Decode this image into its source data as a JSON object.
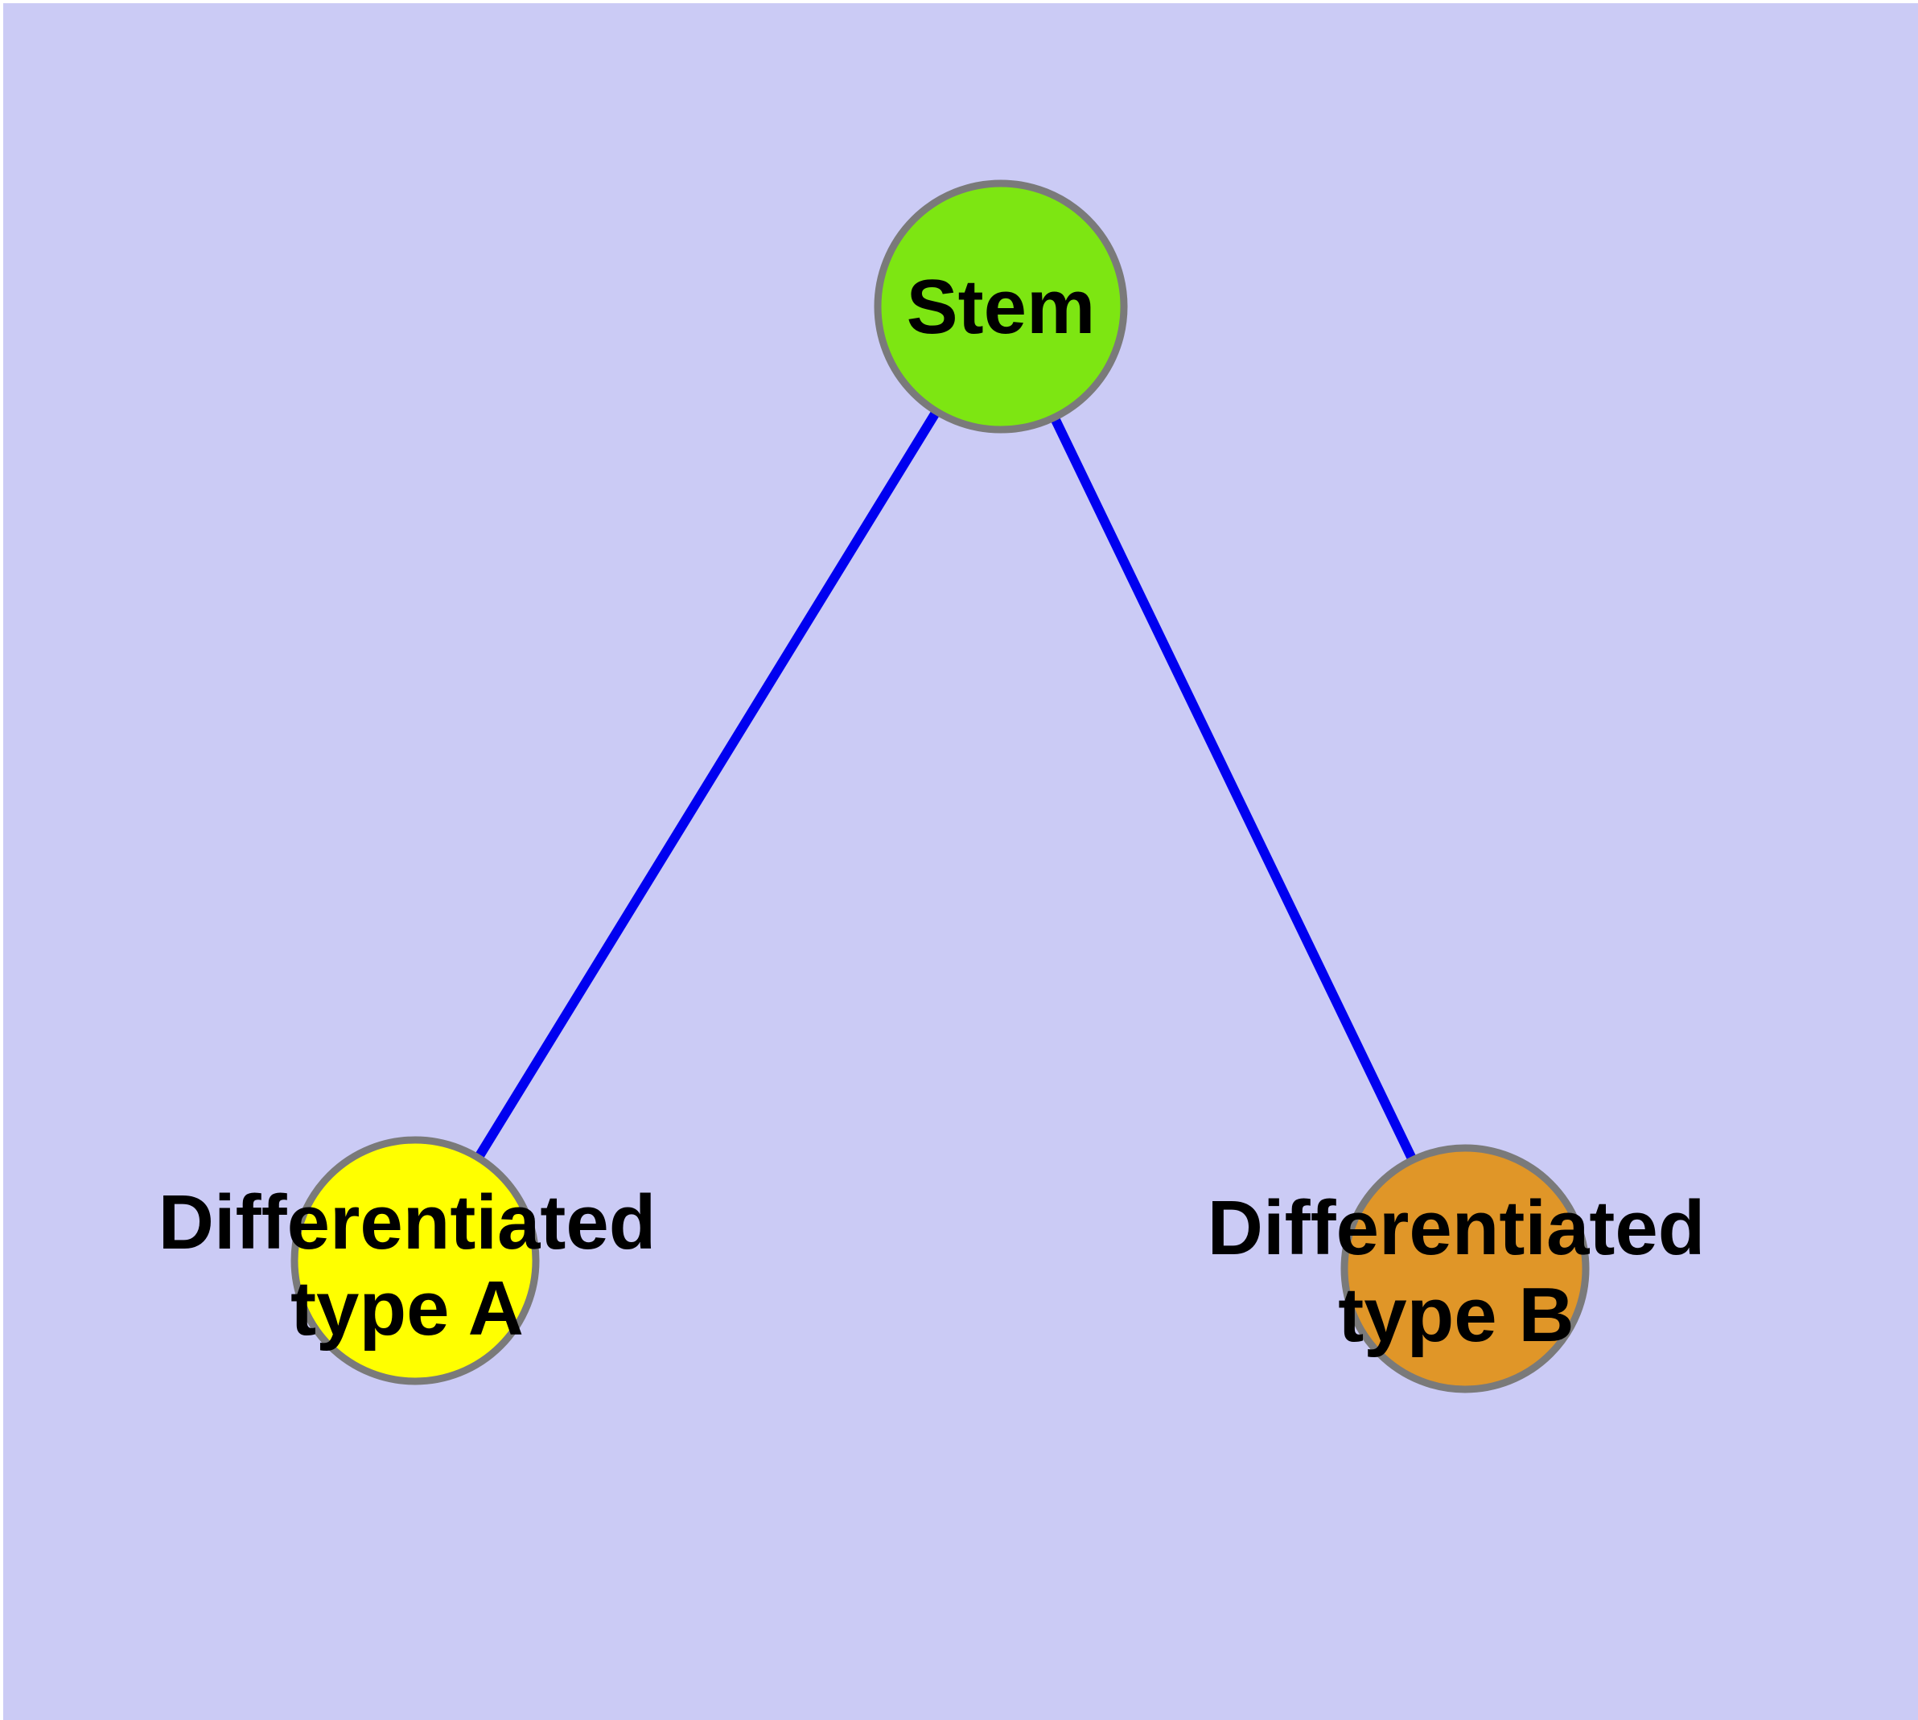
{
  "diagram": {
    "type": "node-link-graph",
    "description": "Stem cell differentiation diagram: one Stem node linked to two differentiated cell-type nodes",
    "colors": {
      "background": "#cbcbf5",
      "edge": "#0000f0",
      "node_border": "#7a7a7a",
      "label_text": "#000000",
      "stem_fill": "#7de612",
      "type_a_fill": "#ffff00",
      "type_b_fill": "#e09628"
    },
    "nodes": [
      {
        "id": "stem",
        "label": "Stem",
        "fill": "#7de612"
      },
      {
        "id": "differentiated-type-a",
        "label": "Differentiated type A",
        "lines": [
          "Differentiated",
          "type A"
        ],
        "fill": "#ffff00"
      },
      {
        "id": "differentiated-type-b",
        "label": "Differentiated type B",
        "lines": [
          "Differentiated",
          "type B"
        ],
        "fill": "#e09628"
      }
    ],
    "edges": [
      {
        "from": "stem",
        "to": "differentiated-type-a",
        "color": "#0000f0"
      },
      {
        "from": "stem",
        "to": "differentiated-type-b",
        "color": "#0000f0"
      }
    ]
  }
}
